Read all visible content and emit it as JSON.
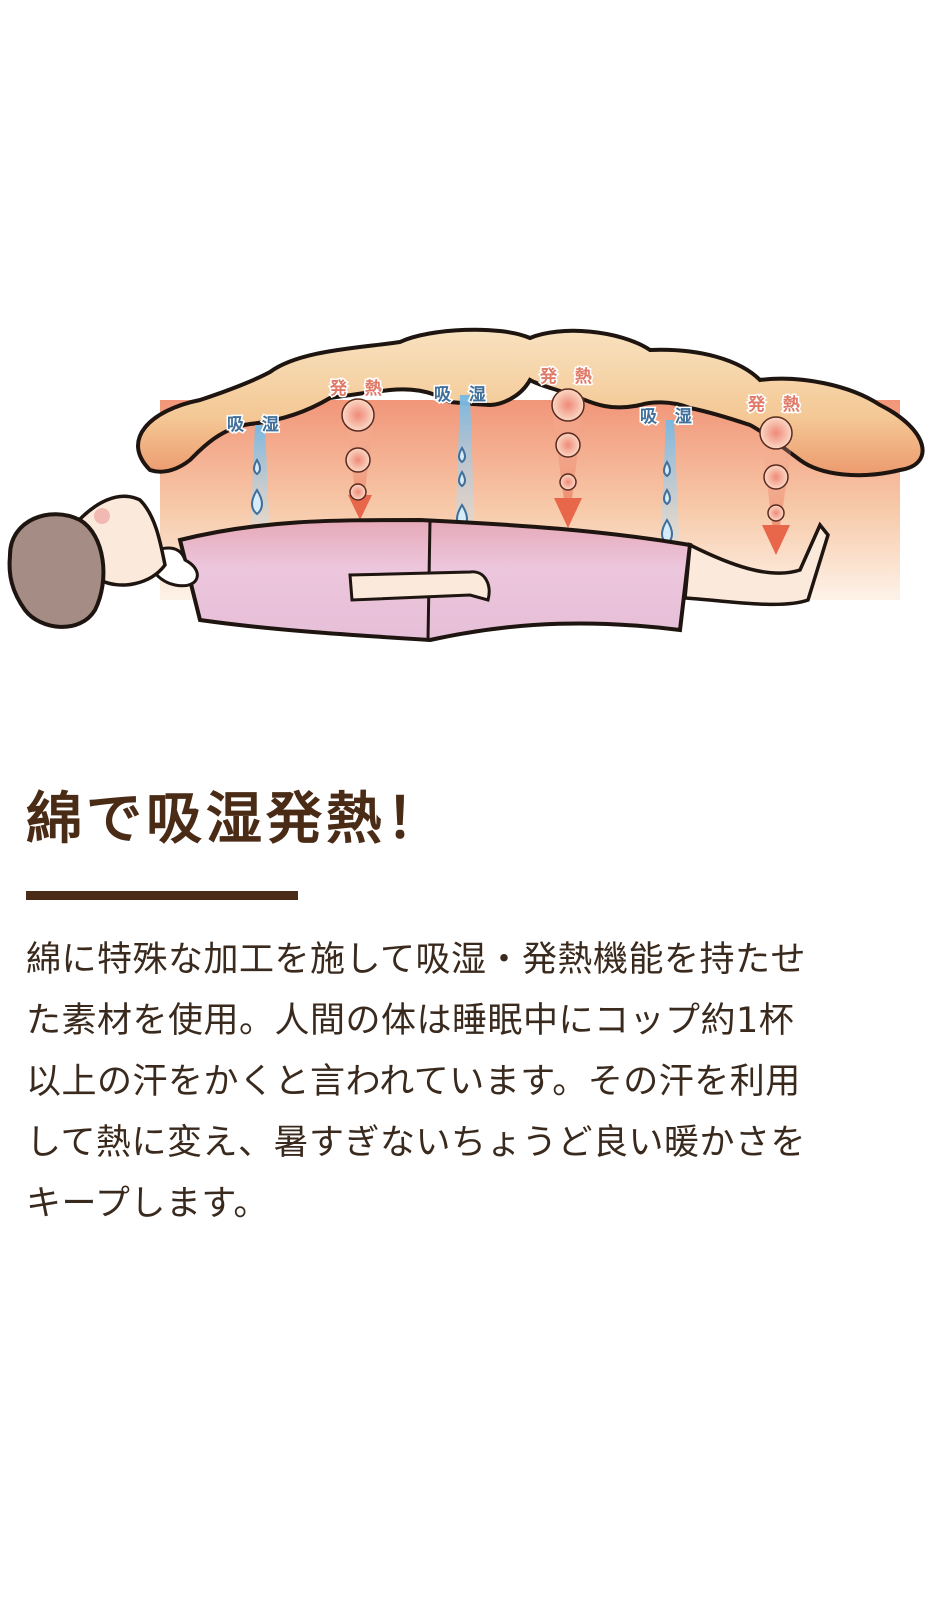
{
  "illustration": {
    "description": "Person lying under a cotton futon showing moisture absorption and heat release",
    "labels": {
      "moisture_1": "吸 湿",
      "heat_1": "発 熱",
      "moisture_2": "吸 湿",
      "heat_2": "発 熱",
      "moisture_3": "吸 湿",
      "heat_3": "発 熱"
    },
    "colors": {
      "futon_fill": "#f6d3a6",
      "futon_inner": "#f2a27c",
      "moisture_arrow": "#8ec6e6",
      "heat_arrow": "#e8664a",
      "pajamas": "#e8bfd6",
      "hair": "#a58d85",
      "skin": "#fbeadc",
      "outline": "#1e1410"
    }
  },
  "section": {
    "heading": "綿で吸湿発熱！",
    "heading_color": "#4a2b16",
    "body_lines": [
      "綿に特殊な加工を施して吸湿・発熱機能を持たせ",
      "た素材を使用。人間の体は睡眠中にコップ約1杯",
      "以上の汗をかくと言われています。その汗を利用",
      "して熱に変え、暑すぎないちょうど良い暖かさを",
      "キープします。"
    ]
  }
}
